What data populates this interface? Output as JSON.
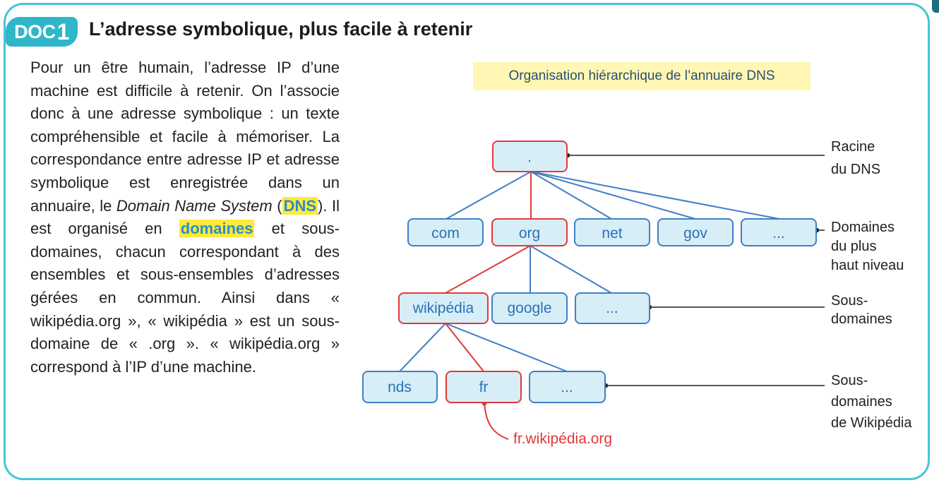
{
  "doc": {
    "badge_prefix": "DOC",
    "badge_number": "1",
    "title": "L’adresse symbolique, plus facile à retenir"
  },
  "text": {
    "p1": "Pour un être humain, l’adresse IP d’une machine est difficile à retenir. On l’associe donc à une adresse symbolique : un texte compréhensible et facile à mémoriser. La correspondance entre adresse IP et adresse symbolique est enregistrée dans un annuaire, le ",
    "italic": "Domain Name System",
    "p2": " (",
    "dns": "DNS",
    "p3": "). Il est organisé en ",
    "domaines": "domaines",
    "p4": " et sous-domaines, chacun correspondant à des ensembles et sous-ensembles d’adresses gérées en commun. Ainsi dans « wikipédia.org », « wikipédia » est un sous-domaine de « .org ». « wikipédia.org » correspond à l’IP d’une machine."
  },
  "diagram": {
    "caption": "Organisation hiérarchique de l’annuaire DNS",
    "nodes": {
      "root": ".",
      "com": "com",
      "org": "org",
      "net": "net",
      "gov": "gov",
      "tld_more": "...",
      "wikipedia": "wikipédia",
      "google": "google",
      "sub_more": "...",
      "nds": "nds",
      "fr": "fr",
      "wiki_more": "..."
    },
    "labels": {
      "root": [
        "Racine",
        "du DNS"
      ],
      "tld": [
        "Domaines",
        "du plus",
        "haut niveau"
      ],
      "sub": [
        "Sous-",
        "domaines"
      ],
      "wiki": [
        "Sous-",
        "domaines",
        "de Wikipédia"
      ]
    },
    "result": "fr.wikipédia.org"
  },
  "colors": {
    "border": "#45c6d6",
    "badge": "#2fb6c9",
    "node_fill": "#d7eef7",
    "blue": "#3f7fc6",
    "red": "#e0393a",
    "highlight": "#ffe93a"
  }
}
